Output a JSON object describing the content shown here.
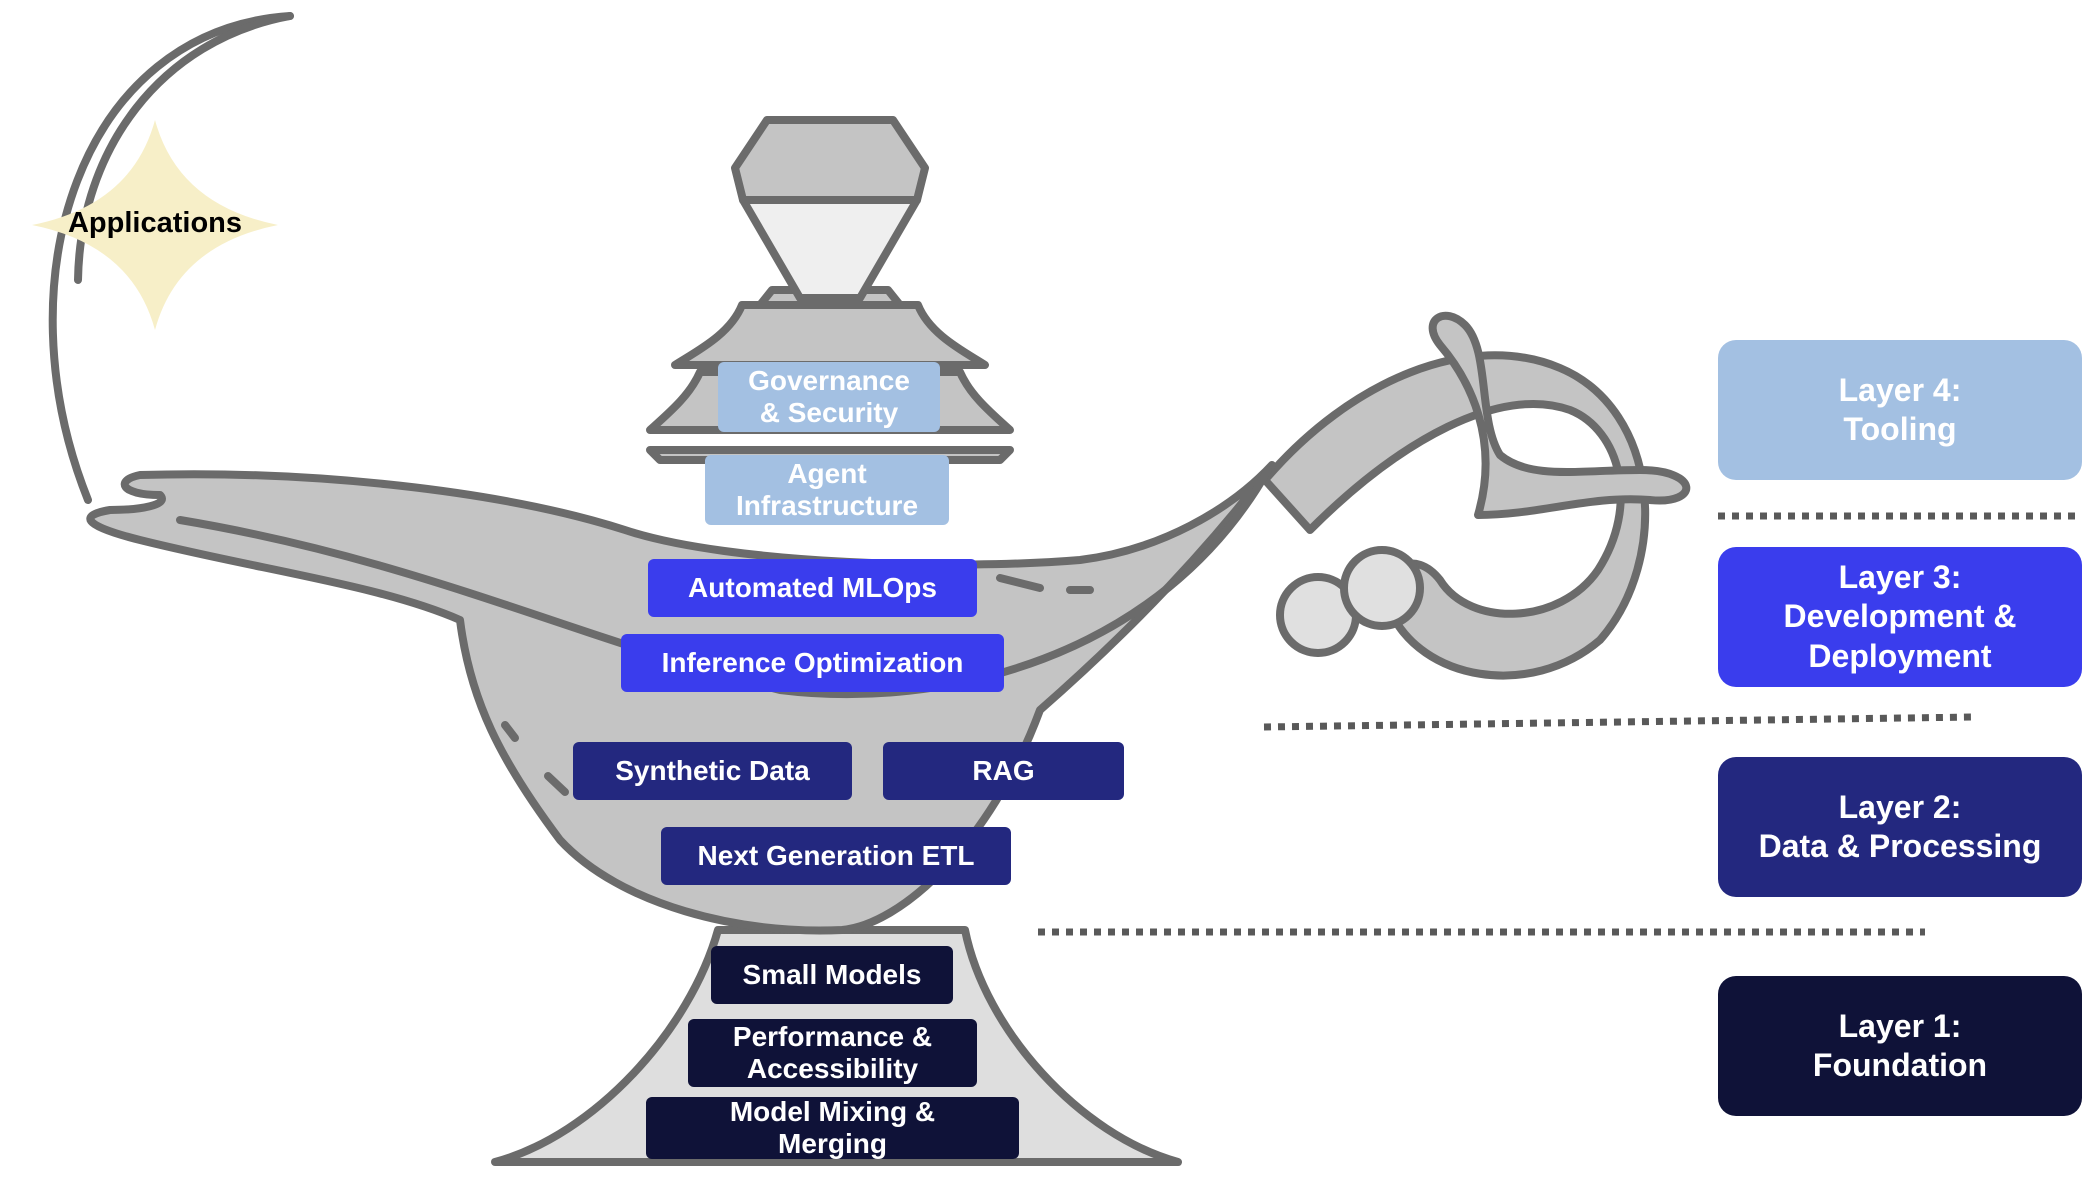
{
  "applications": {
    "label": "Applications"
  },
  "components": {
    "governance_security": "Governance\n& Security",
    "agent_infrastructure": "Agent\nInfrastructure",
    "automated_mlops": "Automated MLOps",
    "inference_optimization": "Inference Optimization",
    "synthetic_data": "Synthetic Data",
    "rag": "RAG",
    "next_generation_etl": "Next Generation ETL",
    "small_models": "Small Models",
    "performance_accessibility": "Performance &\nAccessibility",
    "model_mixing_merging": "Model Mixing &\nMerging"
  },
  "layers": {
    "layer4": "Layer 4:\nTooling",
    "layer3": "Layer 3:\nDevelopment &\nDeployment",
    "layer2": "Layer 2:\nData & Processing",
    "layer1": "Layer 1:\nFoundation"
  },
  "colors": {
    "layer1": "#0f1238",
    "layer2": "#23287f",
    "layer3": "#3a3ded",
    "layer4": "#a3c0e2",
    "lamp_body": "#c4c4c4",
    "lamp_outline": "#6b6b6b",
    "star": "#f7efc8"
  },
  "icons": [
    "magic-lamp-icon",
    "sparkle-star-icon"
  ]
}
